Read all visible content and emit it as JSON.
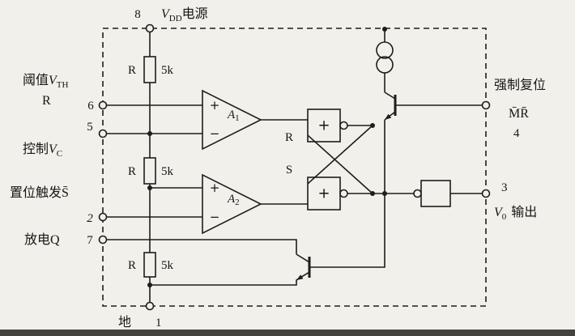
{
  "pins": {
    "p8": {
      "num": "8",
      "var": "V",
      "sub": "DD",
      "text": "电源"
    },
    "p6": {
      "num": "6",
      "text": "阈值",
      "var": "V",
      "sub": "TH",
      "line2": "R"
    },
    "p5": {
      "num": "5",
      "text": "控制",
      "var": "V",
      "sub": "C"
    },
    "p2": {
      "num": "2",
      "text": "置位触发S̄"
    },
    "p7": {
      "num": "7",
      "text": "放电Q"
    },
    "p1": {
      "num": "1",
      "text": "地"
    },
    "p4": {
      "num": "4",
      "text": "强制复位",
      "name": "M̄R̄"
    },
    "p3": {
      "num": "3",
      "var": "V",
      "sub": "0",
      "text": "输出"
    }
  },
  "resistors": [
    {
      "label": "R",
      "value": "5k"
    },
    {
      "label": "R",
      "value": "5k"
    },
    {
      "label": "R",
      "value": "5k"
    }
  ],
  "comparators": [
    {
      "name": "A",
      "sub": "1",
      "plus": "+",
      "minus": "−"
    },
    {
      "name": "A",
      "sub": "2",
      "plus": "+",
      "minus": "−"
    }
  ],
  "latch": {
    "r": "R",
    "s": "S",
    "glyph": "+"
  }
}
